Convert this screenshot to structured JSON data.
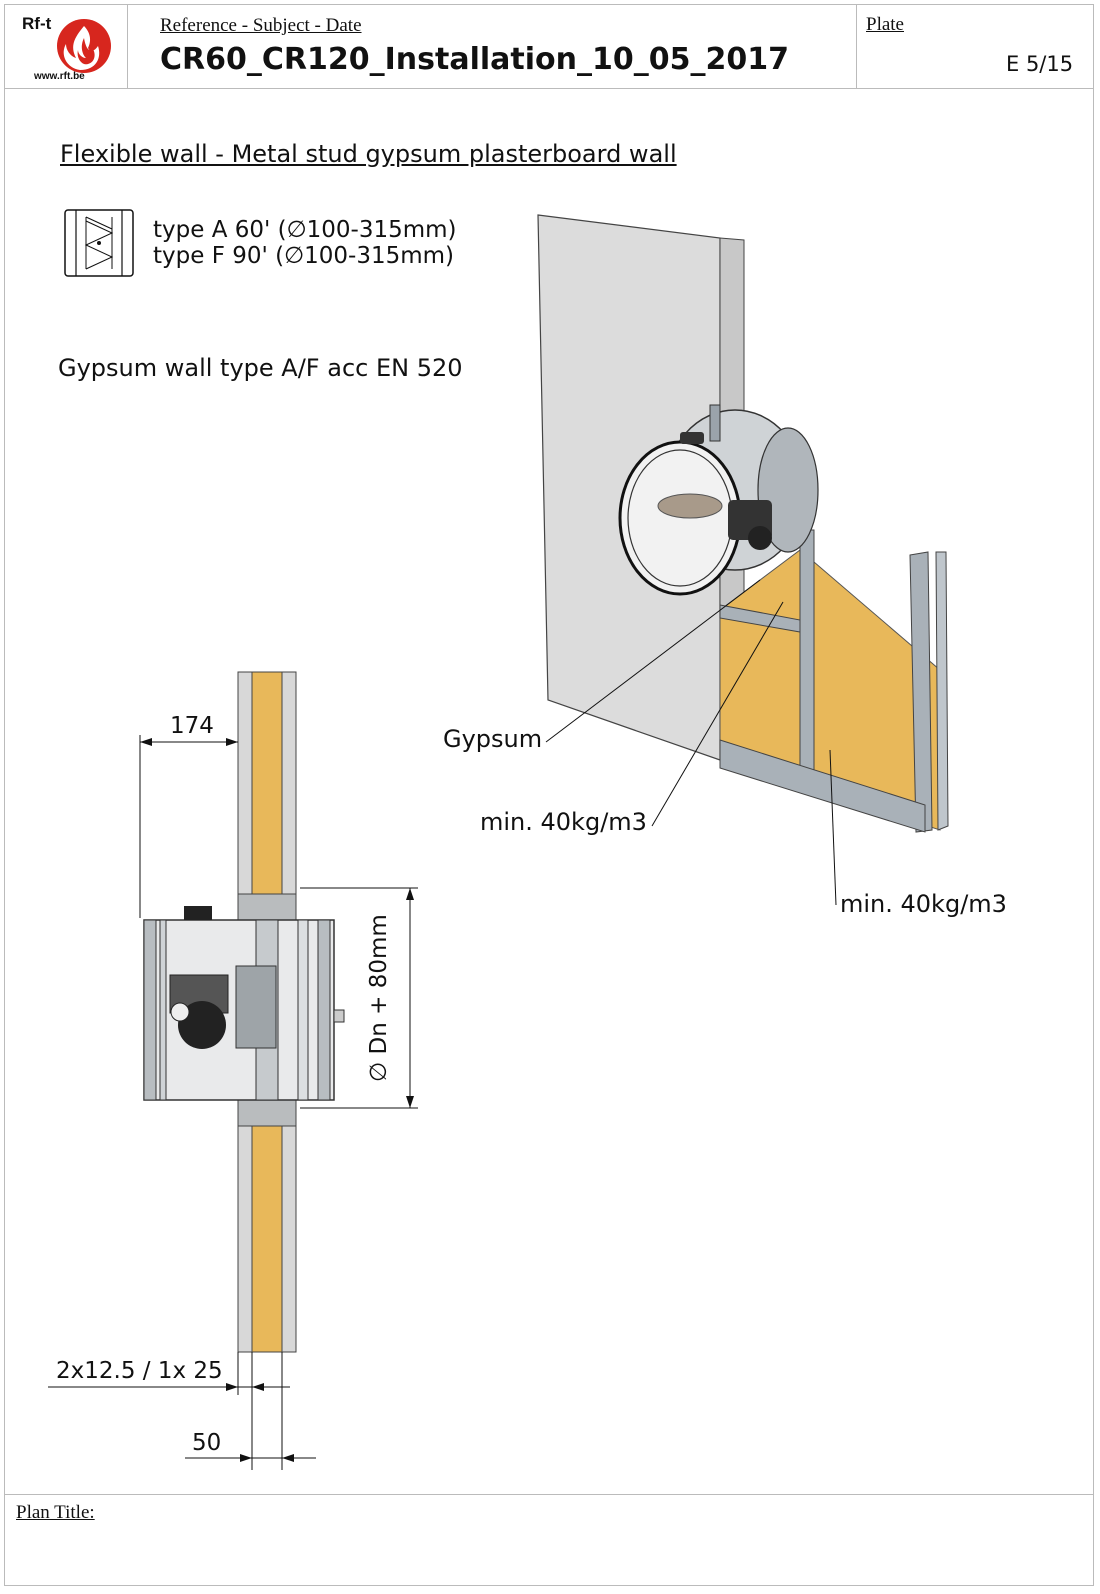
{
  "header": {
    "logo_brand": "Rf-t",
    "logo_url": "www.rft.be",
    "reference_label": "Reference - Subject - Date",
    "document_title": "CR60_CR120_Installation_10_05_2017",
    "plate_label": "Plate",
    "plate_number": "E 5/15"
  },
  "content": {
    "section_title": "Flexible wall - Metal stud gypsum plasterboard wall",
    "type_a": "type A 60' (∅100-315mm)",
    "type_f": "type F 90' (∅100-315mm)",
    "wall_spec": "Gypsum wall type A/F acc EN 520"
  },
  "diagram": {
    "label_gypsum": "Gypsum",
    "label_density_1": "min. 40kg/m3",
    "label_density_2": "min. 40kg/m3",
    "dim_174": "174",
    "dim_diameter": "∅ Dn + 80mm",
    "dim_boards": "2x12.5 / 1x 25",
    "dim_50": "50"
  },
  "footer": {
    "plan_title_label": "Plan Title:"
  },
  "colors": {
    "insulation": "#e8b85a",
    "board": "#d8d8d8",
    "metal": "#9aa3ab",
    "logo_red": "#d7261e"
  }
}
